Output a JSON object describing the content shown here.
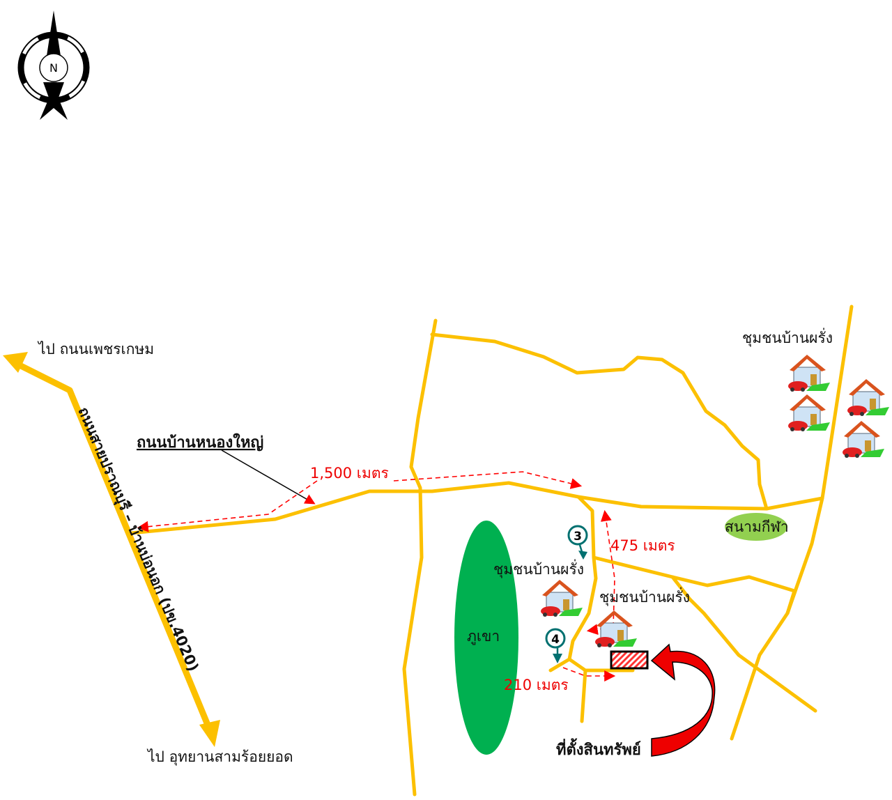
{
  "compass": {
    "letter": "N"
  },
  "labels": {
    "to_phetkasem": "ไป ถนนเพชรเกษม",
    "to_park": "ไป อุทยานสามร้อยยอด",
    "main_road": "ถนนสายปราณบุรี – บ้านบ่อนอก (ปข.4020)",
    "nong_yai_road": "ถนนบ้านหนองใหญ่",
    "dist_1500": "1,500 เมตร",
    "dist_475": "475 เมตร",
    "dist_210": "210 เมตร",
    "community_ne": "ชุมชนบ้านผรั่ง",
    "community_mid": "ชุมชนบ้านผรั่ง",
    "community_se": "ชุมชนบ้านผรั่ง",
    "stadium": "สนามกีฬา",
    "mountain": "ภูเขา",
    "property": "ที่ตั้งสินทรัพย์",
    "marker_3": "3",
    "marker_4": "4"
  },
  "colors": {
    "road": "#fcc000",
    "distance": "#ff0000",
    "mountain": "#00b050",
    "stadium": "#92d050",
    "marker": "#007070"
  }
}
